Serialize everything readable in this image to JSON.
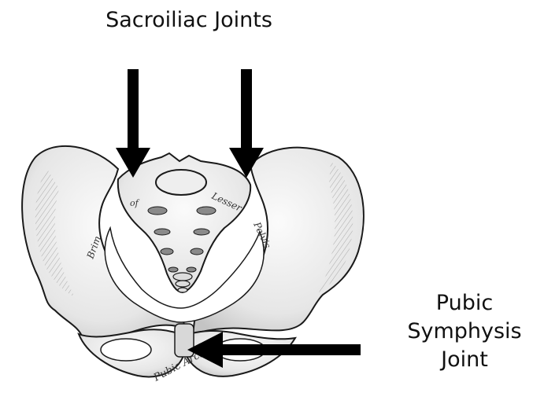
{
  "diagram": {
    "title": "Sacroiliac Joints",
    "pubic_label_lines": [
      "Pubic",
      "Symphysis",
      "Joint"
    ],
    "bone_labels": {
      "brim": "Brim",
      "of": "of",
      "lesser": "Lesser",
      "pelvis": "Pelvis",
      "pubic_arch": "Pubic Arch"
    },
    "colors": {
      "arrow": "#000000",
      "bone_fill": "#f2f2f2",
      "bone_shade": "#bdbdbd",
      "ink": "#1a1a1a"
    }
  }
}
